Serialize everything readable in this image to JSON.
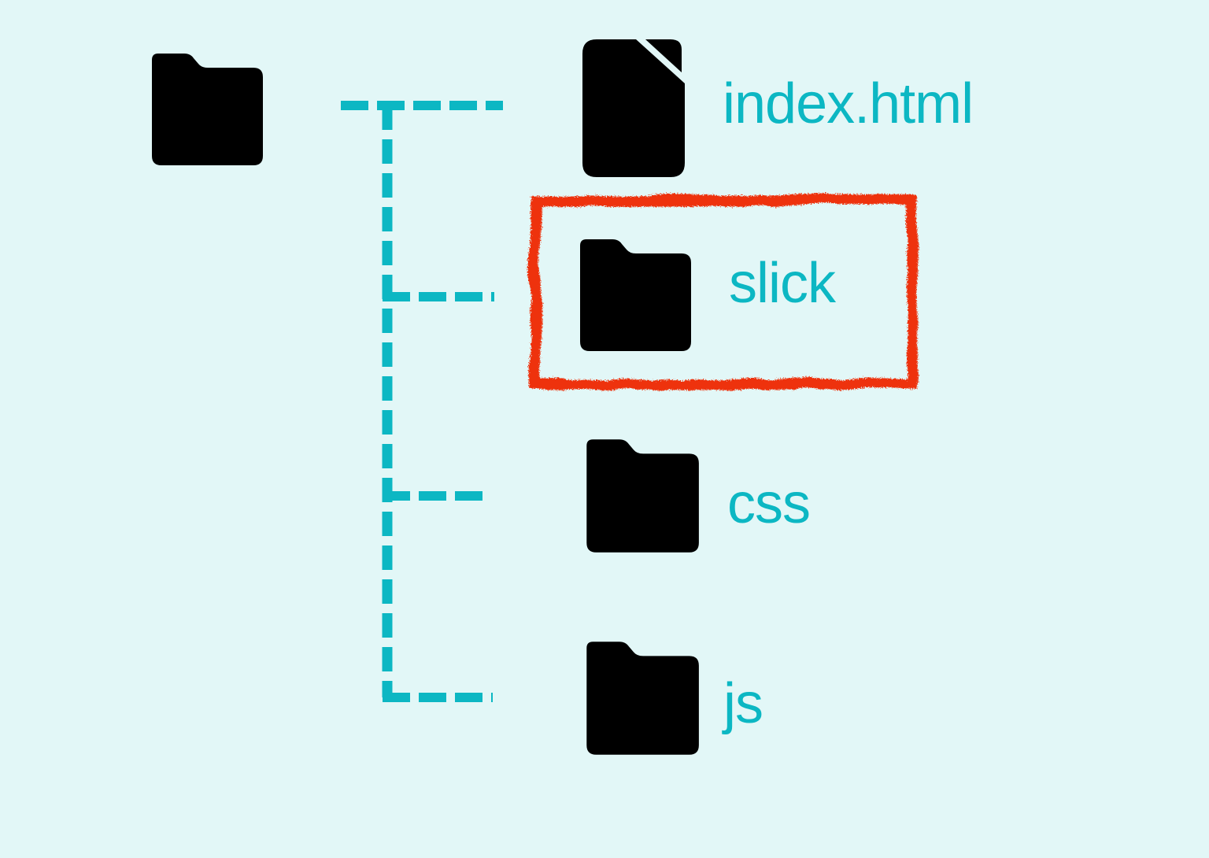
{
  "colors": {
    "teal": "#0cb7c3",
    "background": "#e2f7f7",
    "highlight": "#ee3309"
  },
  "tree": {
    "root": {
      "icon": "folder",
      "label": ""
    },
    "children": [
      {
        "label": "index.html",
        "icon": "file",
        "highlighted": false
      },
      {
        "label": "slick",
        "icon": "folder",
        "highlighted": true
      },
      {
        "label": "css",
        "icon": "folder",
        "highlighted": false
      },
      {
        "label": "js",
        "icon": "folder",
        "highlighted": false
      }
    ]
  }
}
